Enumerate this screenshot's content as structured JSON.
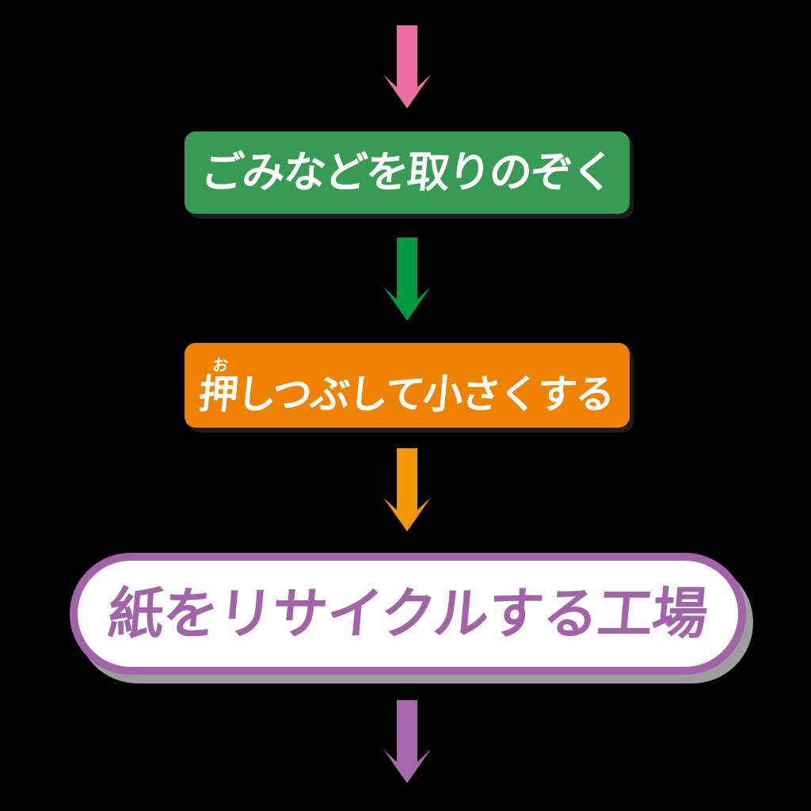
{
  "flowchart": {
    "description": "paper recycling process flow",
    "nodes": [
      {
        "id": "step-remove-debris",
        "label": "ごみなどを取りのぞく",
        "bg": "#389b53",
        "text_color": "#ffffff"
      },
      {
        "id": "step-crush-smaller",
        "ruby_base": "押",
        "ruby_text": "お",
        "label_rest": "しつぶして小さくする",
        "bg": "#ef8200",
        "text_color": "#ffffff"
      },
      {
        "id": "step-recycle-factory",
        "label": "紙をリサイクルする工場",
        "bg": "#ffffff",
        "text_color": "#a263a9",
        "border_color": "#a263a9"
      }
    ],
    "arrows": [
      {
        "id": "arrow-incoming",
        "direction": "down",
        "color": "#ec6da1"
      },
      {
        "id": "arrow-step1-to-step2",
        "direction": "down",
        "color": "#009a44"
      },
      {
        "id": "arrow-step2-to-step3",
        "direction": "down",
        "color": "#f39800"
      },
      {
        "id": "arrow-outgoing",
        "direction": "down",
        "color": "#a767ac"
      }
    ]
  },
  "colors": {
    "background": "#000000",
    "node_shadow_dark": "#1d1d1d",
    "node_shadow_gray": "#9e9e9e"
  }
}
